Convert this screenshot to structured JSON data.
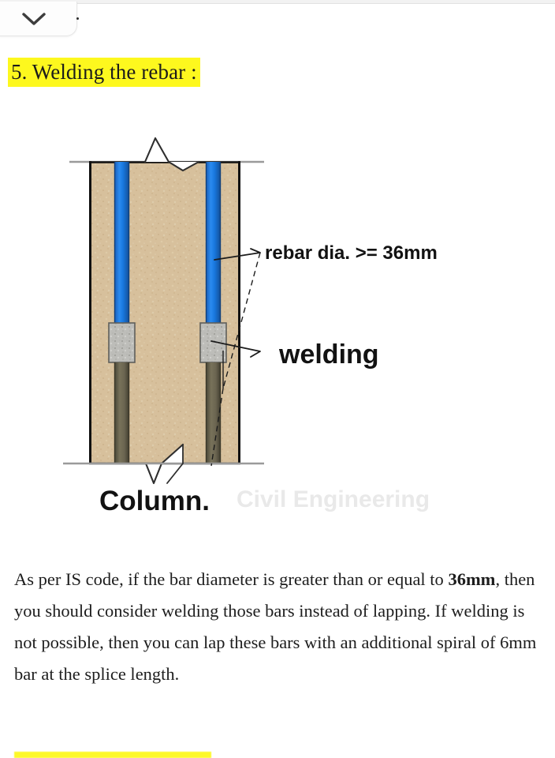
{
  "window": {
    "tab_icon": "chevron-down-icon"
  },
  "heading": {
    "text": "5. Welding the rebar :",
    "highlight_color": "#fdf81e"
  },
  "figure": {
    "title": "Welded rebar splice in a concrete column",
    "labels": {
      "rebar_dia": "rebar dia. >= 36mm",
      "welding": "welding",
      "column": "Column."
    },
    "watermark": "Civil Engineering",
    "colors": {
      "concrete": "#d7c09c",
      "rebar_upper": "#1a7ae0",
      "rebar_lower": "#6b6550",
      "weld_block": "#b8b8b4",
      "outline": "#111111",
      "ground_line": "#8a8a8a"
    }
  },
  "body": {
    "line1": "As per IS code, if the bar diameter is greater than or",
    "line2_pre": "equal to ",
    "line2_bold": "36mm",
    "line2_post": ", then you should consider welding those",
    "line3": "bars instead of lapping.  If welding is not possible, then",
    "line4": "you can lap these bars with an additional spiral of 6mm",
    "line5": "bar at the splice length."
  },
  "footer": {
    "highlight_color": "#fdf81e"
  }
}
